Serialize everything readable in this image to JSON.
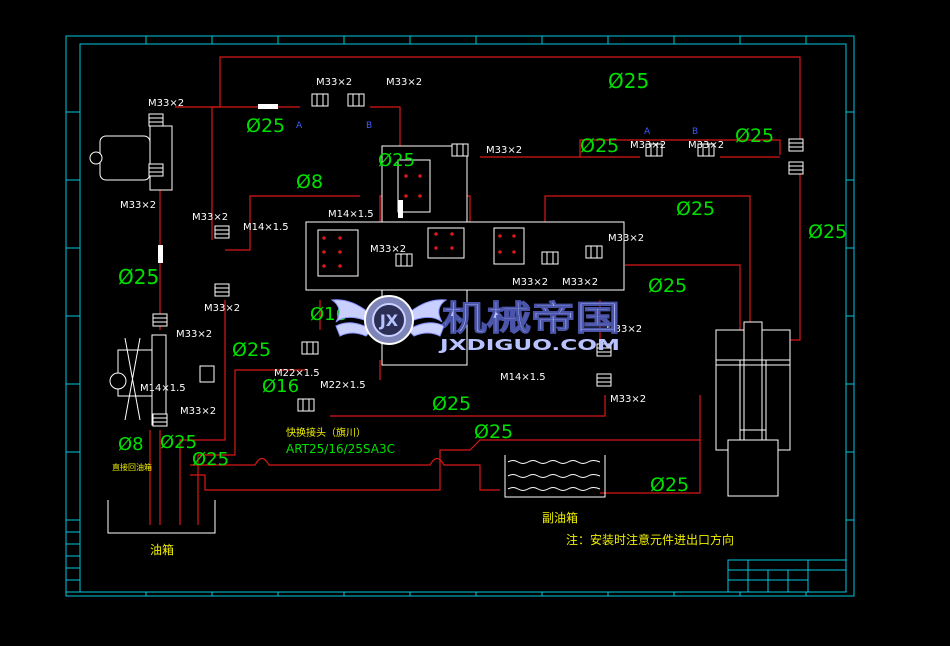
{
  "diagram": {
    "pipe_sizes": [
      "Ø25",
      "Ø8",
      "Ø16"
    ],
    "fittings": {
      "m33x2": "M33×2",
      "m14x15": "M14×1.5",
      "m22x15": "M22×1.5"
    },
    "ports": {
      "a": "A",
      "b": "B"
    },
    "labels": {
      "fast_joint": "快换接头（旗川）",
      "part_no": "ART25/16/25SA3C",
      "main_tank": "油箱",
      "aux_tank": "副油箱",
      "note": "注：安装时注意元件进出口方向",
      "direct_cooling": "直接回油箱"
    },
    "logo": {
      "brand": "机械帝国",
      "url": "JXDIGUO.COM",
      "emblem": "JX"
    }
  },
  "colors": {
    "pipe": "#d81818",
    "frame": "#00c8e0",
    "dimension_text": "#00e000",
    "fitting_text": "#ffffff",
    "port_text": "#3a5cff",
    "background": "#000000"
  }
}
